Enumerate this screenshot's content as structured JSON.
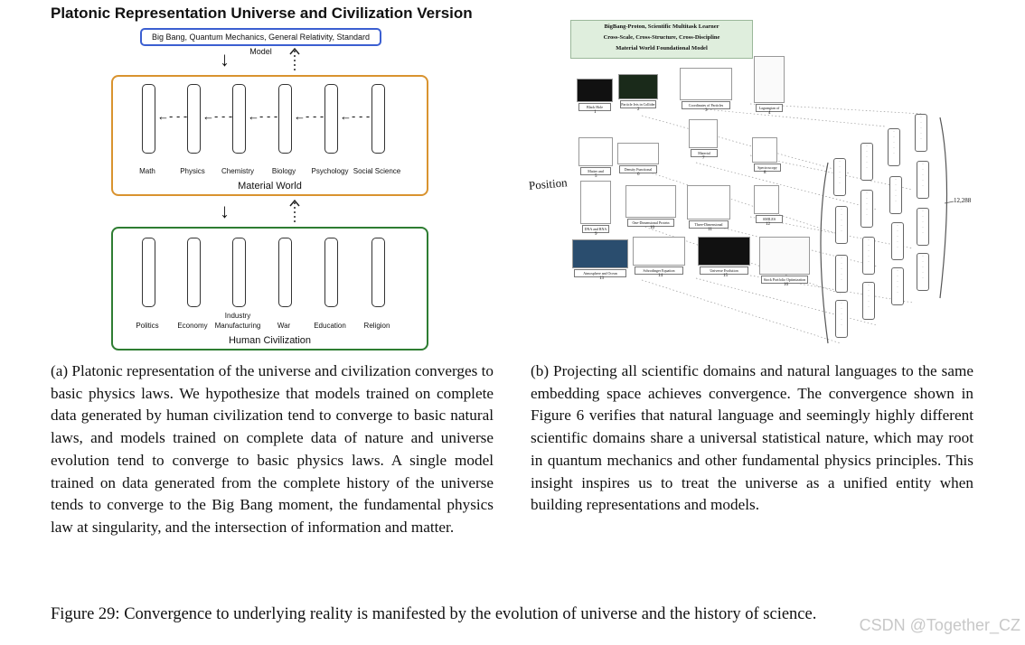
{
  "left": {
    "title": "Platonic Representation Universe and Civilization Version",
    "top_box": "Big Bang, Quantum Mechanics, General Relativity, Standard Model",
    "material_world": {
      "label": "Material World",
      "items": [
        "Math",
        "Physics",
        "Chemistry",
        "Biology",
        "Psychology",
        "Social Science"
      ]
    },
    "human_civilization": {
      "label": "Human Civilization",
      "items": [
        "Politics",
        "Economy",
        "Industry\nManufacturing",
        "War",
        "Education",
        "Religion"
      ]
    },
    "colors": {
      "top_box": "#3b5fd1",
      "material_world": "#d9932f",
      "human_civilization": "#2e7d32"
    }
  },
  "right": {
    "model_box": {
      "line1": "BigBang-Proton, Scientific Multitask Learner",
      "line2": "Cross-Scale, Cross-Structure, Cross-Discipline",
      "line3": "Material World Foundational Model"
    },
    "position_label": "Position",
    "dim_label": "12,288",
    "items": [
      {
        "label": "Black Hole",
        "num": "1"
      },
      {
        "label": "Particle Jets in Collider",
        "num": "2"
      },
      {
        "label": "Coordinates of Particles",
        "num": "3"
      },
      {
        "label": "Lagrangian of Standard Model",
        "num": "4"
      },
      {
        "label": "Matter and Structure",
        "num": "5"
      },
      {
        "label": "Density Functional Theory",
        "num": "6"
      },
      {
        "label": "Material Structure",
        "num": "7"
      },
      {
        "label": "Spectroscopy",
        "num": "8"
      },
      {
        "label": "DNA and RNA",
        "num": "9"
      },
      {
        "label": "One-Dimensional Protein Structure",
        "num": "10"
      },
      {
        "label": "Three-Dimensional Protein Structure",
        "num": "11"
      },
      {
        "label": "SMILES Structure",
        "num": "12"
      },
      {
        "label": "Atmosphere and Ocean Circulation",
        "num": "13"
      },
      {
        "label": "Schrodinger Equation",
        "num": "14"
      },
      {
        "label": "Universe Evolution",
        "num": "15"
      },
      {
        "label": "Stock Portfolio Optimization",
        "num": "16"
      }
    ]
  },
  "captions": {
    "a": "(a) Platonic representation of the universe and civilization converges to basic physics laws. We hypothesize that models trained on complete data generated by human civilization tend to converge to basic natural laws, and models trained on complete data of nature and universe evolution tend to converge to basic physics laws. A single model trained on data generated from the complete history of the universe tends to converge to the Big Bang moment, the fundamental physics law at singularity, and the intersection of information and matter.",
    "b": "(b) Projecting all scientific domains and natural languages to the same embedding space achieves convergence. The convergence shown in Figure 6 verifies that natural language and seemingly highly different scientific domains share a universal statistical nature, which may root in quantum mechanics and other fundamental physics principles. This insight inspires us to treat the universe as a unified entity when building representations and models.",
    "figure": "Figure 29: Convergence to underlying reality is manifested by the evolution of universe and the history of science."
  },
  "watermark": "CSDN @Together_CZ"
}
